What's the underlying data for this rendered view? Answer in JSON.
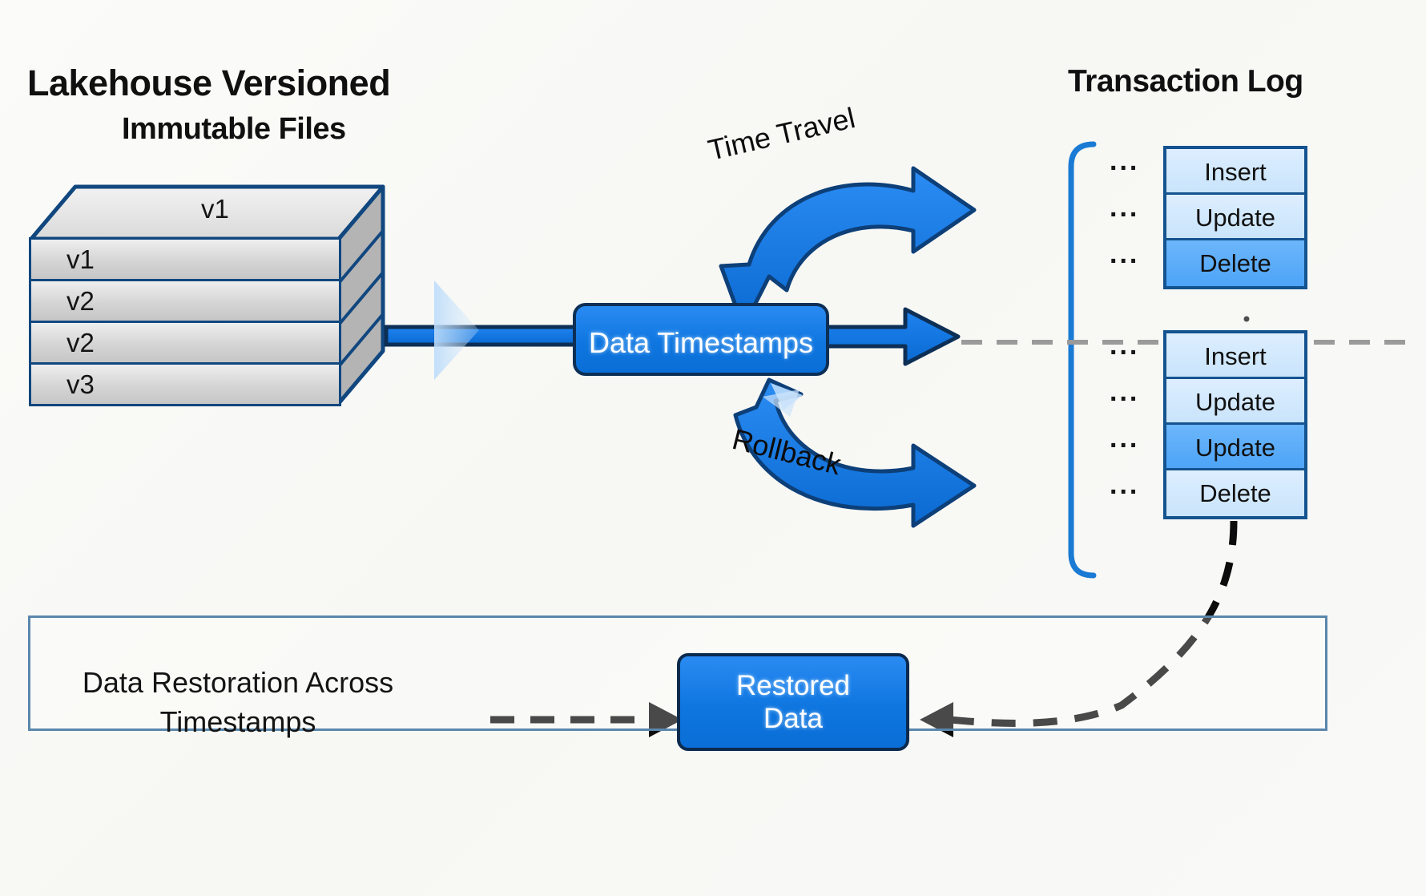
{
  "diagram": {
    "title_left_line1": "Lakehouse Versioned",
    "title_left_line2": "Immutable Files",
    "title_right": "Transaction Log"
  },
  "file_stack": {
    "top_face_label": "v1",
    "slabs": [
      {
        "label": "v1"
      },
      {
        "label": "v2"
      },
      {
        "label": "v2"
      },
      {
        "label": "v3"
      }
    ]
  },
  "center": {
    "data_timestamps_label": "Data Timestamps"
  },
  "arrows": {
    "time_travel_label": "Time Travel",
    "rollback_label": "Rollback"
  },
  "transaction_log": {
    "ellipsis": "...",
    "groups": [
      {
        "name": "upper-log-group",
        "entries": [
          {
            "label": "Insert",
            "highlighted": false
          },
          {
            "label": "Update",
            "highlighted": false
          },
          {
            "label": "Delete",
            "highlighted": true
          }
        ]
      },
      {
        "name": "lower-log-group",
        "entries": [
          {
            "label": "Insert",
            "highlighted": false
          },
          {
            "label": "Update",
            "highlighted": false
          },
          {
            "label": "Update",
            "highlighted": true
          },
          {
            "label": "Delete",
            "highlighted": false
          }
        ]
      }
    ]
  },
  "restoration": {
    "panel_label_line1": "Data Restoration Across",
    "panel_label_line2": "Timestamps",
    "restored_box_line1": "Restored",
    "restored_box_line2": "Data"
  },
  "colors": {
    "primary_blue": "#0f76e0",
    "dark_navy": "#0d2f55",
    "log_border": "#14538f",
    "log_light": "#d8ecfd",
    "log_highlight": "#4ea4f7",
    "stack_border": "#11477f",
    "stack_fill": "#d5d5d5",
    "panel_border": "#5b87ad",
    "bracket_blue": "#1a7ad4",
    "dash_gray": "#9a9a9a"
  }
}
